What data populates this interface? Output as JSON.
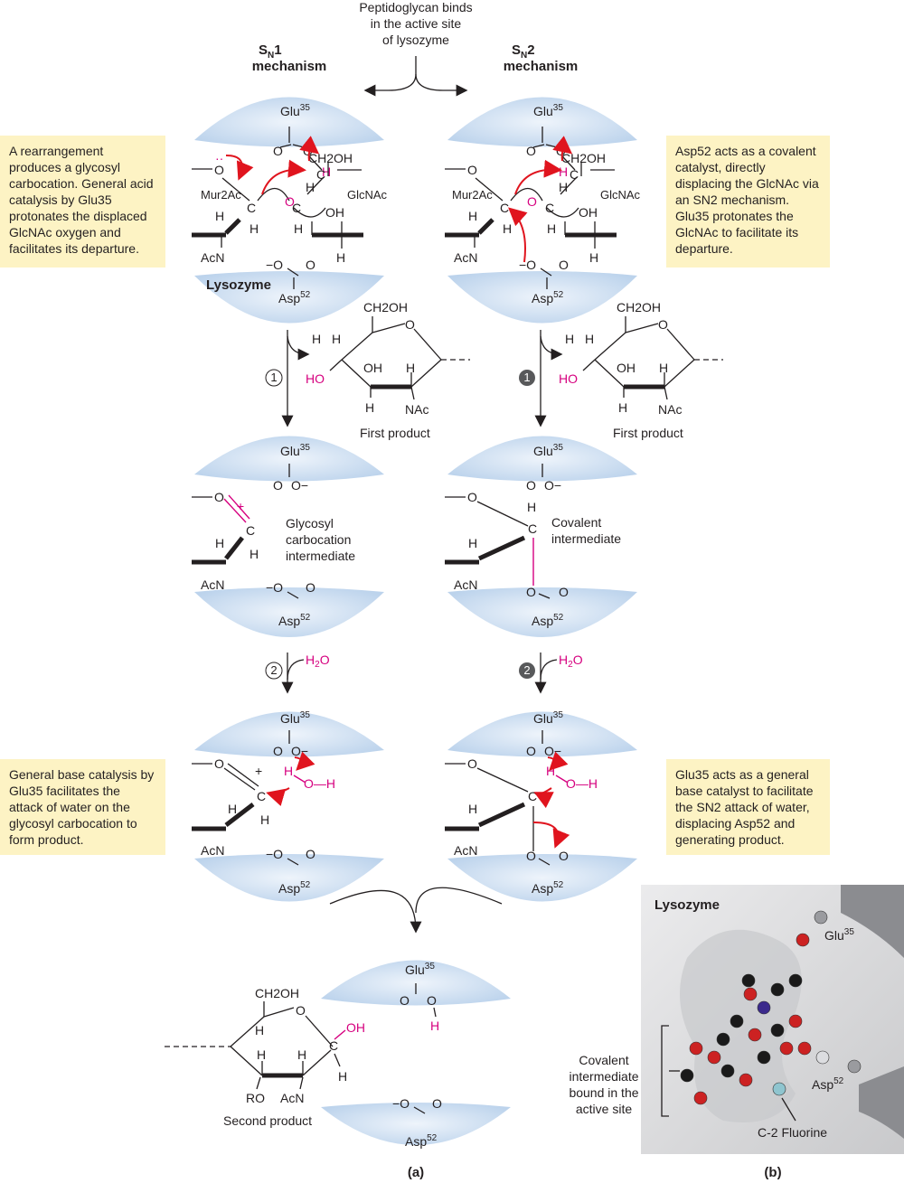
{
  "top_caption": [
    "Peptidoglycan binds",
    "in the active site",
    "of lysozyme"
  ],
  "headers": {
    "sn1": {
      "main": "S",
      "sub": "N",
      "tail": "1",
      "line2": "mechanism"
    },
    "sn2": {
      "main": "S",
      "sub": "N",
      "tail": "2",
      "line2": "mechanism"
    }
  },
  "notes": {
    "top_left": "A rearrangement produces a glycosyl carbocation. General acid catalysis by Glu35 protonates the displaced GlcNAc oxygen and facilitates its departure.",
    "top_right": "Asp52 acts as a covalent catalyst, directly displacing the GlcNAc via an SN2 mechanism. Glu35 protonates the GlcNAc to facilitate its departure.",
    "bottom_left": "General base catalysis by Glu35 facilitates the attack of water on the glycosyl carbocation to form product.",
    "bottom_right": "Glu35 acts as a general base catalyst to facilitate the SN2 attack of water, displacing Asp52 and generating product."
  },
  "labels": {
    "lysozyme": "Lysozyme",
    "glu": "Glu",
    "glu_sup": "35",
    "asp": "Asp",
    "asp_sup": "52",
    "mur2ac": "Mur2Ac",
    "glcnac": "GlcNAc",
    "acn": "AcN",
    "ch2oh": "CH2OH",
    "first_product": "First product",
    "second_product": "Second product",
    "carbocation": [
      "Glycosyl",
      "carbocation",
      "intermediate"
    ],
    "covalent": [
      "Covalent",
      "intermediate"
    ],
    "water": "H2O",
    "step1": "1",
    "step2": "2",
    "panel_a": "(a)",
    "panel_b": "(b)"
  },
  "panel_b": {
    "title": "Lysozyme",
    "glu": "Glu35",
    "asp": "Asp52",
    "fluorine": "C-2 Fluorine",
    "bracket_label": [
      "Covalent",
      "intermediate",
      "bound in the",
      "active site"
    ]
  },
  "colors": {
    "highlight": "#d6007f",
    "arrow": "#e0141e",
    "enzyme": "#c9dcf0",
    "note_bg": "#fdf3c4"
  }
}
